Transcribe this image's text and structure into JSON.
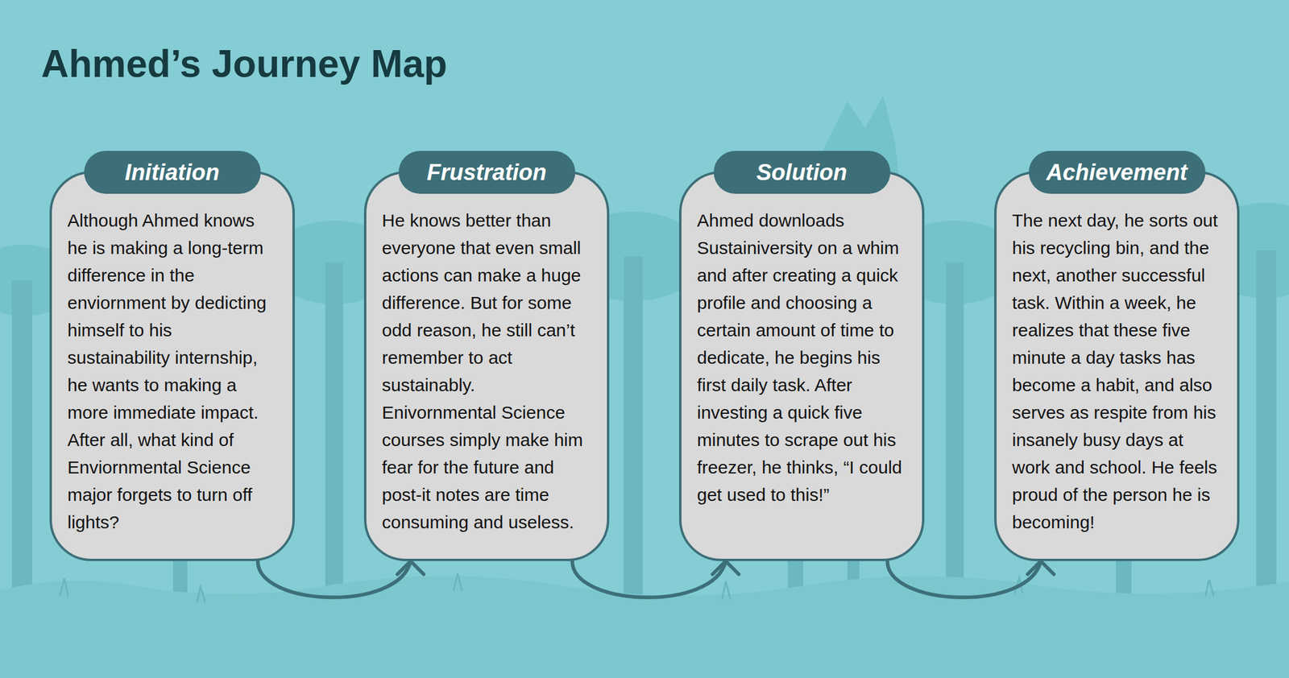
{
  "diagram": {
    "title": "Ahmed’s Journey Map",
    "nodes": [
      {
        "text": [
          "Initiation",
          "Although Ahmed knows he is making a long-term difference in the enviornment by dedicting himself to his sustainability internship, he wants to making a more immediate impact. After all, what kind of Enviornmental Science major forgets to turn off lights?"
        ]
      },
      {
        "text": [
          "Frustration",
          "He knows better than everyone that even small actions can make a huge difference. But for some odd reason, he still can’t remember to act sustainably. Enivornmental Science courses simply make him fear for the future and post-it notes are time consuming and useless."
        ]
      },
      {
        "text": [
          "Solution",
          "Ahmed downloads Sustainiversity on a whim and after creating a quick profile and choosing a certain amount of time to dedicate, he begins his first daily task. After investing a quick five minutes to scrape out his freezer, he thinks, “I could get used to this!”"
        ]
      },
      {
        "text": [
          "Achievement",
          "The next day, he sorts out his recycling bin, and the next, another successful task. Within a week, he realizes that these five minute a day tasks has become a habit, and also serves as respite from his insanely busy days at work and school. He feels proud of the person he is becoming!"
        ]
      }
    ],
    "edges": [
      {
        "from": 0,
        "to": 1,
        "arrow": "to"
      },
      {
        "from": 1,
        "to": 2,
        "arrow": "to"
      },
      {
        "from": 2,
        "to": 3,
        "arrow": "to"
      }
    ]
  }
}
